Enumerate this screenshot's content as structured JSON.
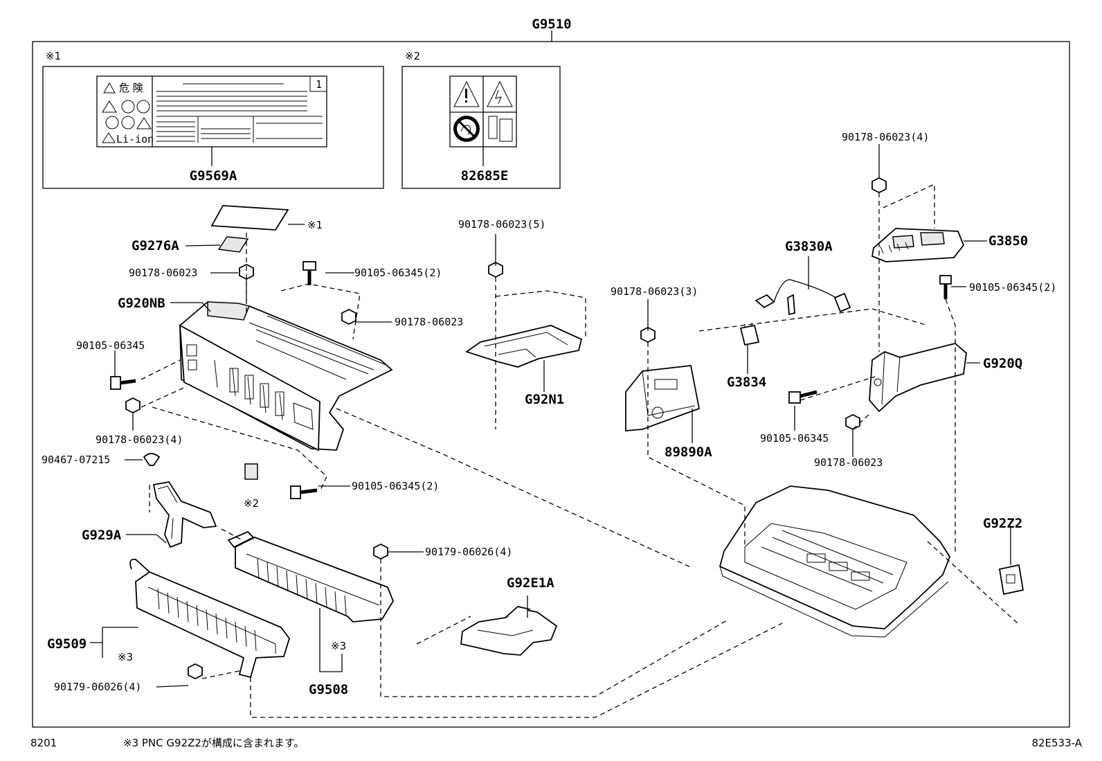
{
  "assembly_label": "G9510",
  "inset1": {
    "marker": "※1",
    "part_label": "G9569A",
    "sticker_title": "危 険",
    "sticker_text": "Li-ion",
    "sticker_page": "1"
  },
  "inset2": {
    "marker": "※2",
    "part_label": "82685E"
  },
  "labels": {
    "g9276a": "G9276A",
    "n_90178_06023_a": "90178-06023",
    "g920nb": "G920NB",
    "n_90105_06345_a": "90105-06345",
    "n_90178_06023_4_a": "90178-06023(4)",
    "n_90467_07215": "90467-07215",
    "g929a": "G929A",
    "g9509": "G9509",
    "n_90179_06026_4_a": "90179-06026(4)",
    "n_90105_06345_2_a": "90105-06345(2)",
    "n_90178_06023_b": "90178-06023",
    "n_90105_06345_2_b": "90105-06345(2)",
    "n_90179_06026_4_b": "90179-06026(4)",
    "g9508": "G9508",
    "n_90178_06023_5": "90178-06023(5)",
    "g92n1": "G92N1",
    "g92e1a": "G92E1A",
    "n_90178_06023_3": "90178-06023(3)",
    "n_89890a": "89890A",
    "g3830a": "G3830A",
    "g3834": "G3834",
    "n_90178_06023_4_b": "90178-06023(4)",
    "g3850": "G3850",
    "n_90105_06345_2_c": "90105-06345(2)",
    "g920q": "G920Q",
    "n_90105_06345_b": "90105-06345",
    "n_90178_06023_c": "90178-06023",
    "g92z2": "G92Z2",
    "ref1": "※1",
    "ref2": "※2",
    "ref3a": "※3",
    "ref3b": "※3"
  },
  "footer": {
    "left_code": "8201",
    "note": "※3 PNC G92Z2が構成に含まれます。",
    "right_code": "82E533-A"
  }
}
